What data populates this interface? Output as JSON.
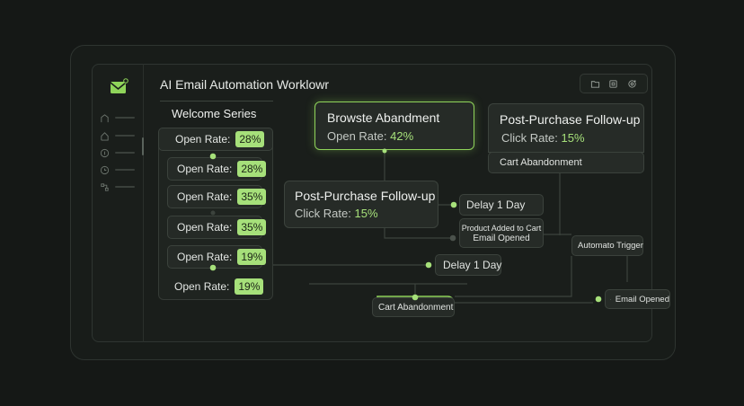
{
  "app": {
    "title": "AI Email Automation Worklowr"
  },
  "sidebar": {
    "items": [
      {
        "icon": "home-icon"
      },
      {
        "icon": "house-icon"
      },
      {
        "icon": "info-icon"
      },
      {
        "icon": "clock-icon"
      },
      {
        "icon": "flow-icon"
      }
    ]
  },
  "toolbar": {
    "icons": [
      "folder-icon",
      "box-icon",
      "settings-icon"
    ]
  },
  "welcome": {
    "title": "Welcome Series",
    "rows": [
      {
        "label": "Open Rate:",
        "value": "28%"
      },
      {
        "label": "Open Rate:",
        "value": "28%"
      },
      {
        "label": "Open Rate:",
        "value": "35%"
      },
      {
        "label": "Open Rate:",
        "value": "35%"
      },
      {
        "label": "Open Rate:",
        "value": "19%"
      },
      {
        "label": "Open Rate:",
        "value": "19%"
      }
    ]
  },
  "nodes": {
    "browse": {
      "title": "Browste Abandment",
      "label": "Open Rate:",
      "value": "42%"
    },
    "post_left": {
      "title": "Post-Purchase Follow-up",
      "label": "Click Rate:",
      "value": "15%"
    },
    "post_right": {
      "title": "Post-Purchase Follow-up",
      "label": "Click Rate:",
      "value": "15%"
    },
    "cart_top": "Cart Abandonment",
    "delay1": "Delay 1 Day",
    "product_line1": "Product Added to Cart",
    "product_line2": "Email Opened",
    "delay2": "Delay 1 Day",
    "trigger": "Automato Trigger",
    "cart_bottom": "Cart Abandonment",
    "email_opened": "Email Opened"
  },
  "colors": {
    "accent": "#a6e07a",
    "background": "#151816",
    "panel": "#262b27"
  }
}
